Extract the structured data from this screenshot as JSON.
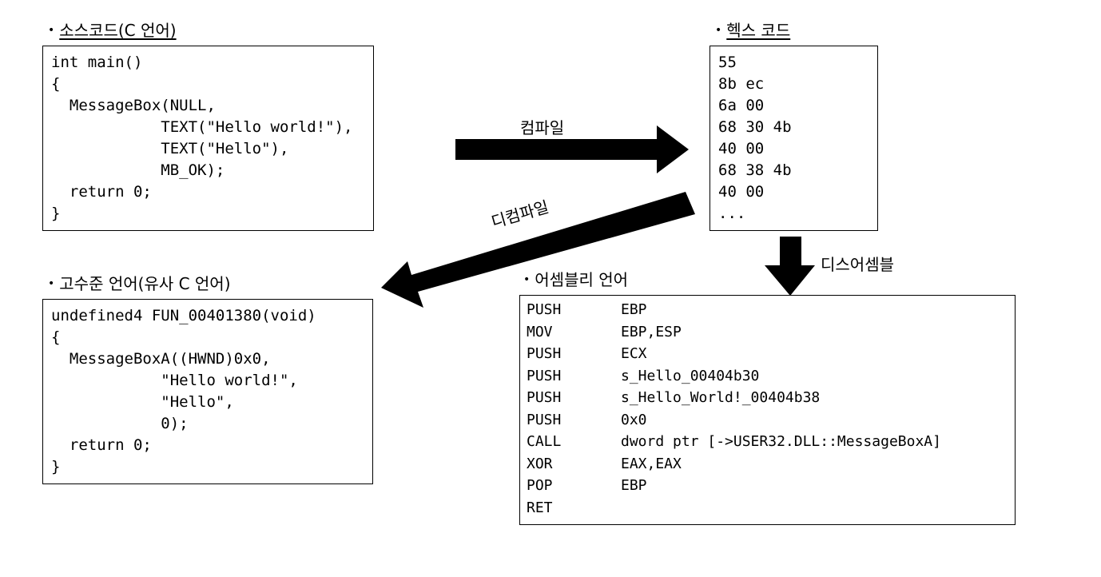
{
  "source": {
    "title": "소스코드(C 언어)",
    "lines": [
      "int main()",
      "{",
      "  MessageBox(NULL,",
      "            TEXT(\"Hello world!\"),",
      "            TEXT(\"Hello\"),",
      "            MB_OK);",
      "  return 0;",
      "}"
    ]
  },
  "hex": {
    "title": "헥스 코드",
    "lines": [
      "55",
      "8b ec",
      "6a 00",
      "68 30 4b",
      "40 00",
      "68 38 4b",
      "40 00",
      "..."
    ]
  },
  "highlevel": {
    "title": "고수준 언어(유사 C 언어)",
    "lines": [
      "undefined4 FUN_00401380(void)",
      "{",
      "  MessageBoxA((HWND)0x0,",
      "            \"Hello world!\",",
      "            \"Hello\",",
      "            0);",
      "  return 0;",
      "}"
    ]
  },
  "assembly": {
    "title": "어셈블리 언어",
    "rows": [
      {
        "op": "PUSH",
        "arg": "EBP"
      },
      {
        "op": "MOV",
        "arg": "EBP,ESP"
      },
      {
        "op": "PUSH",
        "arg": "ECX"
      },
      {
        "op": "PUSH",
        "arg": "s_Hello_00404b30"
      },
      {
        "op": "PUSH",
        "arg": "s_Hello_World!_00404b38"
      },
      {
        "op": "PUSH",
        "arg": "0x0"
      },
      {
        "op": "CALL",
        "arg": "dword ptr [->USER32.DLL::MessageBoxA]"
      },
      {
        "op": "XOR",
        "arg": "EAX,EAX"
      },
      {
        "op": "POP",
        "arg": "EBP"
      },
      {
        "op": "RET",
        "arg": ""
      }
    ]
  },
  "arrows": {
    "compile": "컴파일",
    "decompile": "디컴파일",
    "disassemble": "디스어셈블"
  }
}
